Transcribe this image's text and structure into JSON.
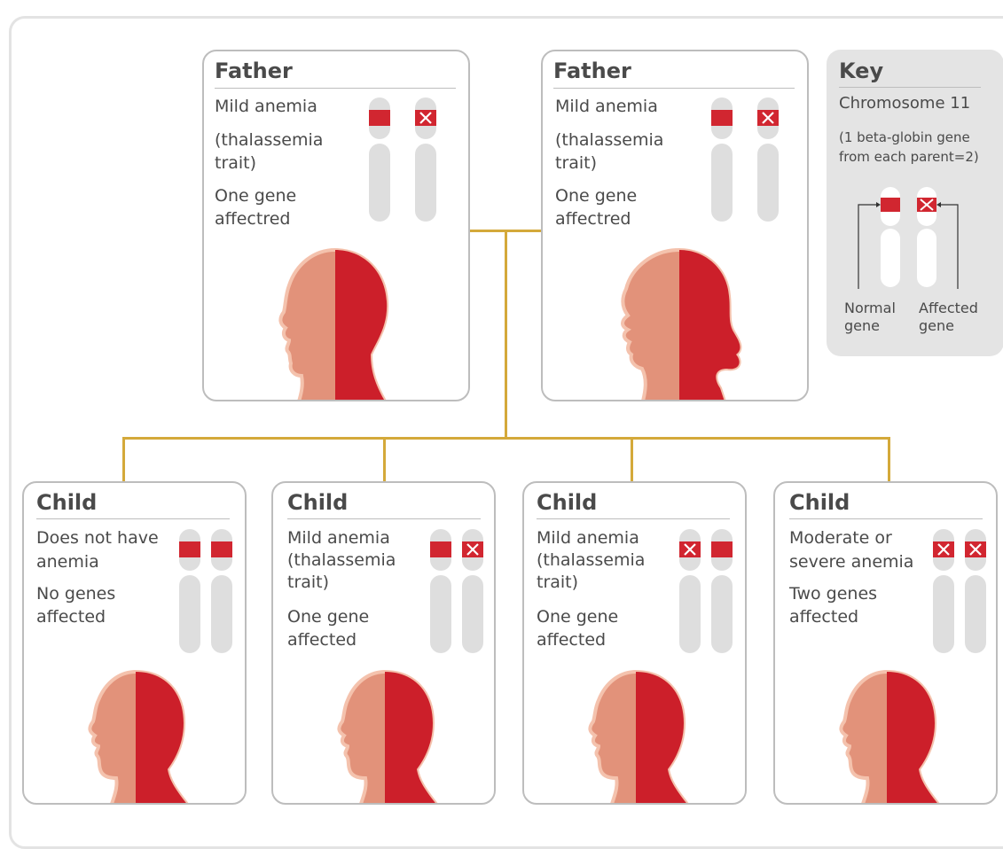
{
  "parents": [
    {
      "title": "Father",
      "lines": [
        "Mild anemia",
        "(thalassemia",
        "trait)",
        "One gene",
        "affectred"
      ],
      "genes": [
        "normal",
        "affected"
      ],
      "head_style": "short"
    },
    {
      "title": "Father",
      "lines": [
        "Mild anemia",
        "(thalassemia",
        "trait)",
        "One gene",
        "affectred"
      ],
      "genes": [
        "normal",
        "affected"
      ],
      "head_style": "long"
    }
  ],
  "children": [
    {
      "title": "Child",
      "lines": [
        "Does not have",
        "anemia",
        "No genes",
        "affected"
      ],
      "genes": [
        "normal",
        "normal"
      ]
    },
    {
      "title": "Child",
      "lines": [
        "Mild anemia",
        "(thalassemia",
        "trait)",
        "One gene",
        "affected"
      ],
      "genes": [
        "normal",
        "affected"
      ]
    },
    {
      "title": "Child",
      "lines": [
        "Mild anemia",
        "(thalassemia",
        "trait)",
        "One gene",
        "affected"
      ],
      "genes": [
        "affected",
        "normal"
      ]
    },
    {
      "title": "Child",
      "lines": [
        "Moderate or",
        "severe anemia",
        "Two genes",
        "affected"
      ],
      "genes": [
        "affected",
        "affected"
      ]
    }
  ],
  "key": {
    "title": "Key",
    "subtitle": "Chromosome 11",
    "note_line1": "(1 beta-globin gene",
    "note_line2": "from each parent=2)",
    "normal_label_line1": "Normal",
    "normal_label_line2": "gene",
    "affected_label_line1": "Affected",
    "affected_label_line2": "gene"
  },
  "colors": {
    "gene_red": "#d12630",
    "head_light": "#e2927a",
    "head_dark": "#cc1f2a",
    "head_outline": "#f4c2ad",
    "connector": "#d4a93a",
    "chromosome": "#dedede",
    "card_border": "#bdbdbd",
    "key_bg": "#e4e4e4"
  }
}
